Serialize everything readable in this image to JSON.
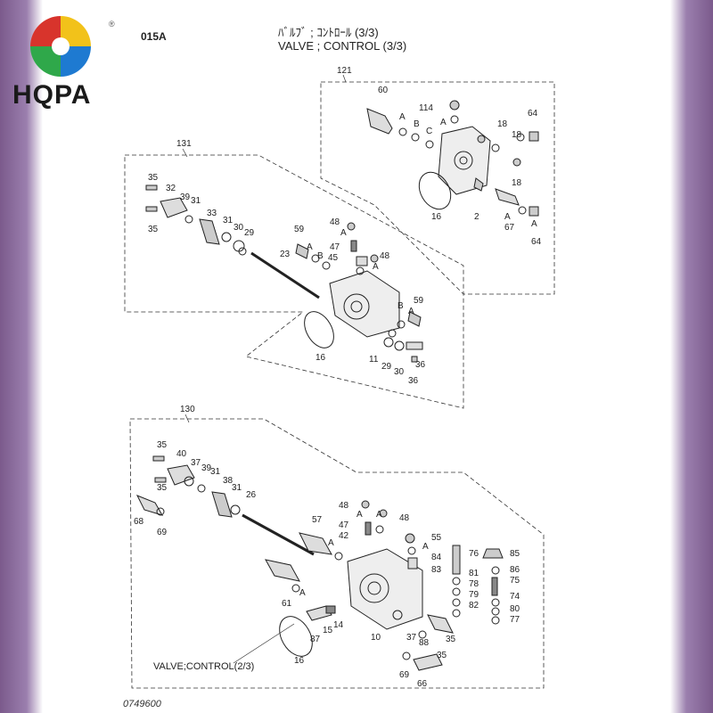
{
  "brand": {
    "name": "HQPA",
    "registered": "®"
  },
  "header": {
    "page_code": "015A",
    "title_jp": "ﾊﾞﾙﾌﾞ ; ｺﾝﾄﾛｰﾙ (3/3)",
    "title_en": "VALVE ; CONTROL (3/3)"
  },
  "footer": {
    "drawing_number": "0749600"
  },
  "reference_note": "VALVE;CONTROL(2/3)",
  "groups": {
    "group_121": "121",
    "group_131": "131",
    "group_130": "130"
  },
  "callouts_121": [
    "60",
    "114",
    "A",
    "B",
    "C",
    "A",
    "18",
    "18",
    "64",
    "18",
    "16",
    "2",
    "A",
    "67",
    "A",
    "64"
  ],
  "callouts_131": [
    "35",
    "32",
    "39",
    "31",
    "35",
    "33",
    "31",
    "30",
    "29",
    "59",
    "A",
    "B",
    "48",
    "A",
    "47",
    "45",
    "48",
    "A",
    "23",
    "59",
    "B",
    "A",
    "16",
    "11",
    "29",
    "30",
    "36",
    "36"
  ],
  "callouts_130": [
    "35",
    "40",
    "37",
    "39",
    "31",
    "38",
    "31",
    "35",
    "26",
    "68",
    "69",
    "57",
    "A",
    "48",
    "A",
    "A",
    "48",
    "47",
    "42",
    "55",
    "A",
    "76",
    "85",
    "84",
    "83",
    "86",
    "81",
    "75",
    "78",
    "79",
    "74",
    "82",
    "80",
    "77",
    "61",
    "A",
    "87",
    "15",
    "14",
    "16",
    "10",
    "37",
    "88",
    "35",
    "35",
    "69",
    "66"
  ],
  "colors": {
    "accent_purple": "#7b5a8c",
    "line": "#333333"
  }
}
